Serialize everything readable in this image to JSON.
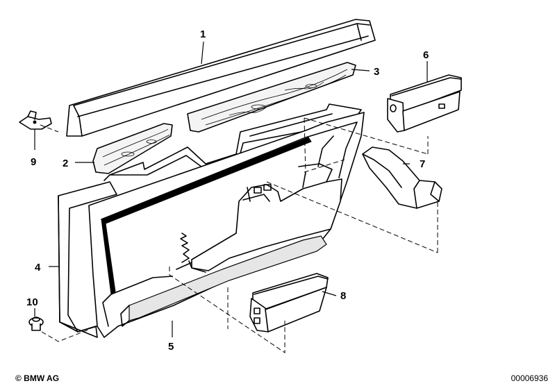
{
  "callouts": [
    {
      "id": "1",
      "label": "1"
    },
    {
      "id": "2",
      "label": "2"
    },
    {
      "id": "3",
      "label": "3"
    },
    {
      "id": "4",
      "label": "4"
    },
    {
      "id": "5",
      "label": "5"
    },
    {
      "id": "6",
      "label": "6"
    },
    {
      "id": "7",
      "label": "7"
    },
    {
      "id": "8",
      "label": "8"
    },
    {
      "id": "9",
      "label": "9"
    },
    {
      "id": "10",
      "label": "10"
    }
  ],
  "footer": {
    "copyright": "© BMW AG",
    "drawing_number": "00006936"
  }
}
